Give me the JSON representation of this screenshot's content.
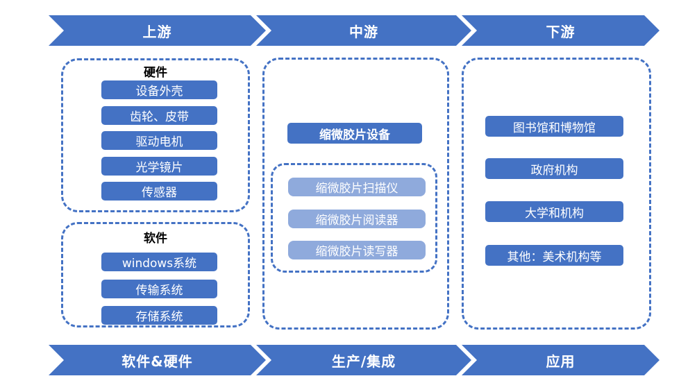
{
  "banners": {
    "top": [
      {
        "label": "上游"
      },
      {
        "label": "中游"
      },
      {
        "label": "下游"
      }
    ],
    "bottom": [
      {
        "label": "软件&硬件"
      },
      {
        "label": "生产/集成"
      },
      {
        "label": "应用"
      }
    ]
  },
  "upstream": {
    "hardware": {
      "title": "硬件",
      "items": [
        "设备外壳",
        "齿轮、皮带",
        "驱动电机",
        "光学镜片",
        "传感器"
      ]
    },
    "software": {
      "title": "软件",
      "items": [
        "windows系统",
        "传输系统",
        "存储系统"
      ]
    }
  },
  "midstream": {
    "main_label": "缩微胶片设备",
    "devices": [
      "缩微胶片扫描仪",
      "缩微胶片阅读器",
      "缩微胶片读写器"
    ]
  },
  "downstream": {
    "items": [
      "图书馆和博物馆",
      "政府机构",
      "大学和机构",
      "其他：美术机构等"
    ]
  },
  "colors": {
    "primary_blue": "#4472C4",
    "light_blue": "#8FAADC",
    "dashed_border": "#4472C4",
    "text_on_blue": "#FFFFFF",
    "title_text": "#000000"
  }
}
